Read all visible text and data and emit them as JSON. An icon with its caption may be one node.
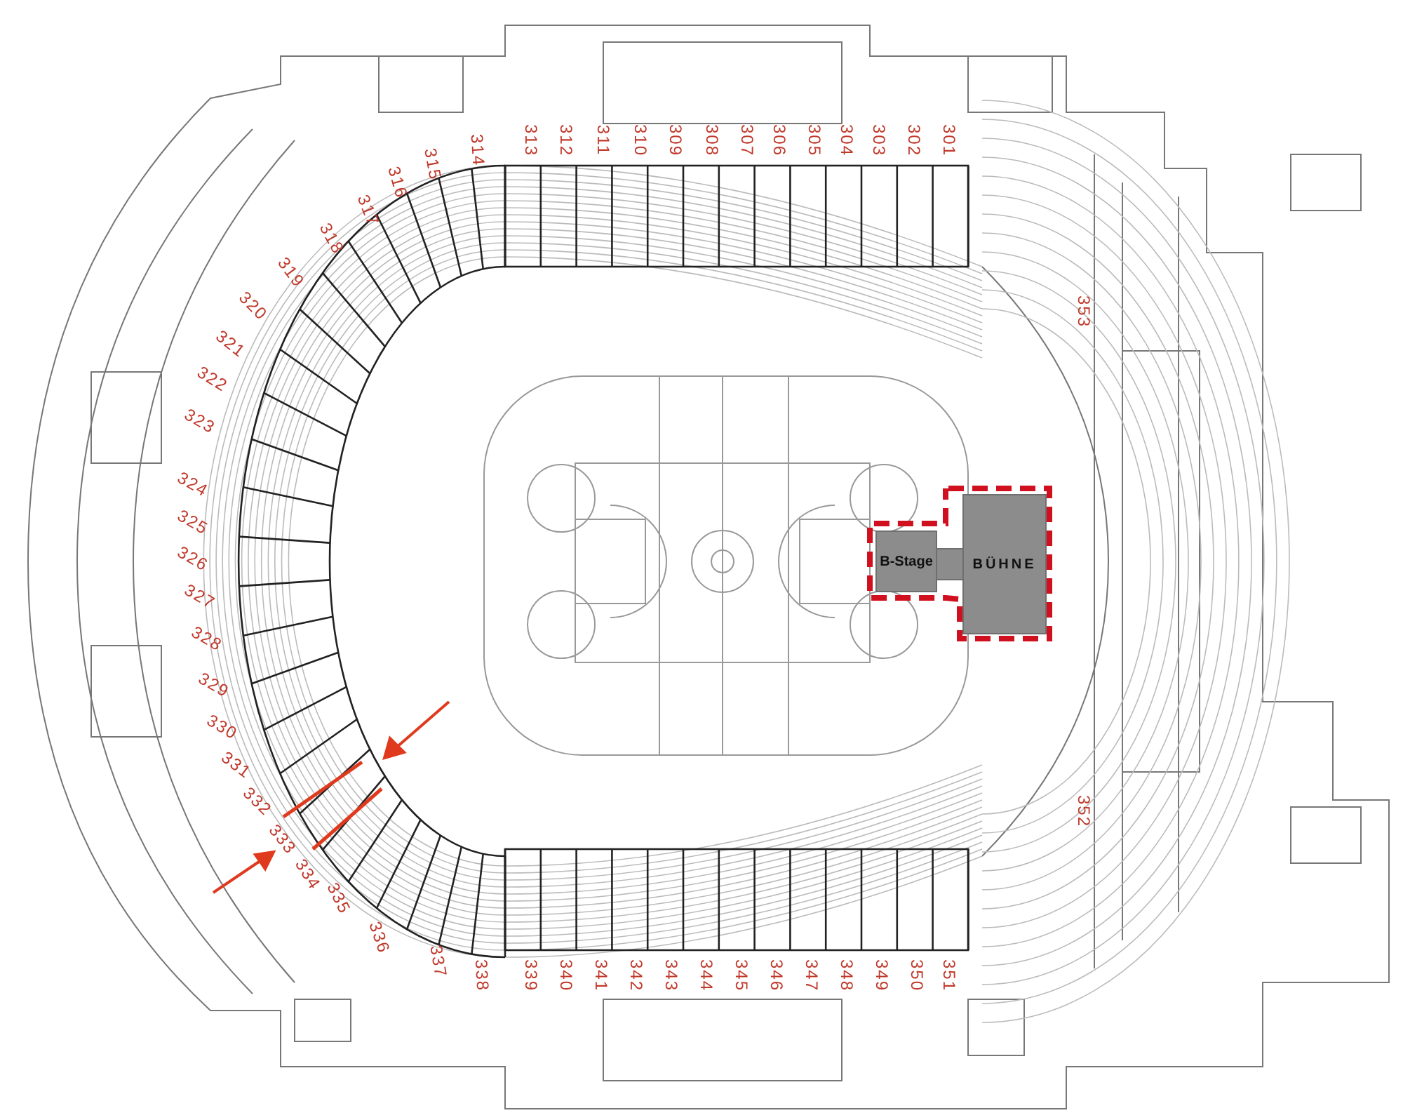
{
  "diagram": {
    "nodes": [
      {
        "text": [
          "B-Stage"
        ]
      },
      {
        "text": [
          "BÜHNE"
        ]
      }
    ],
    "labels": [
      "301",
      "302",
      "303",
      "304",
      "305",
      "306",
      "307",
      "308",
      "309",
      "310",
      "311",
      "312",
      "313",
      "314",
      "315",
      "316",
      "317",
      "318",
      "319",
      "320",
      "321",
      "322",
      "323",
      "324",
      "325",
      "326",
      "327",
      "328",
      "329",
      "330",
      "331",
      "332",
      "333",
      "334",
      "335",
      "336",
      "337",
      "338",
      "339",
      "340",
      "341",
      "342",
      "343",
      "344",
      "345",
      "346",
      "347",
      "348",
      "349",
      "350",
      "351",
      "352",
      "353"
    ]
  }
}
